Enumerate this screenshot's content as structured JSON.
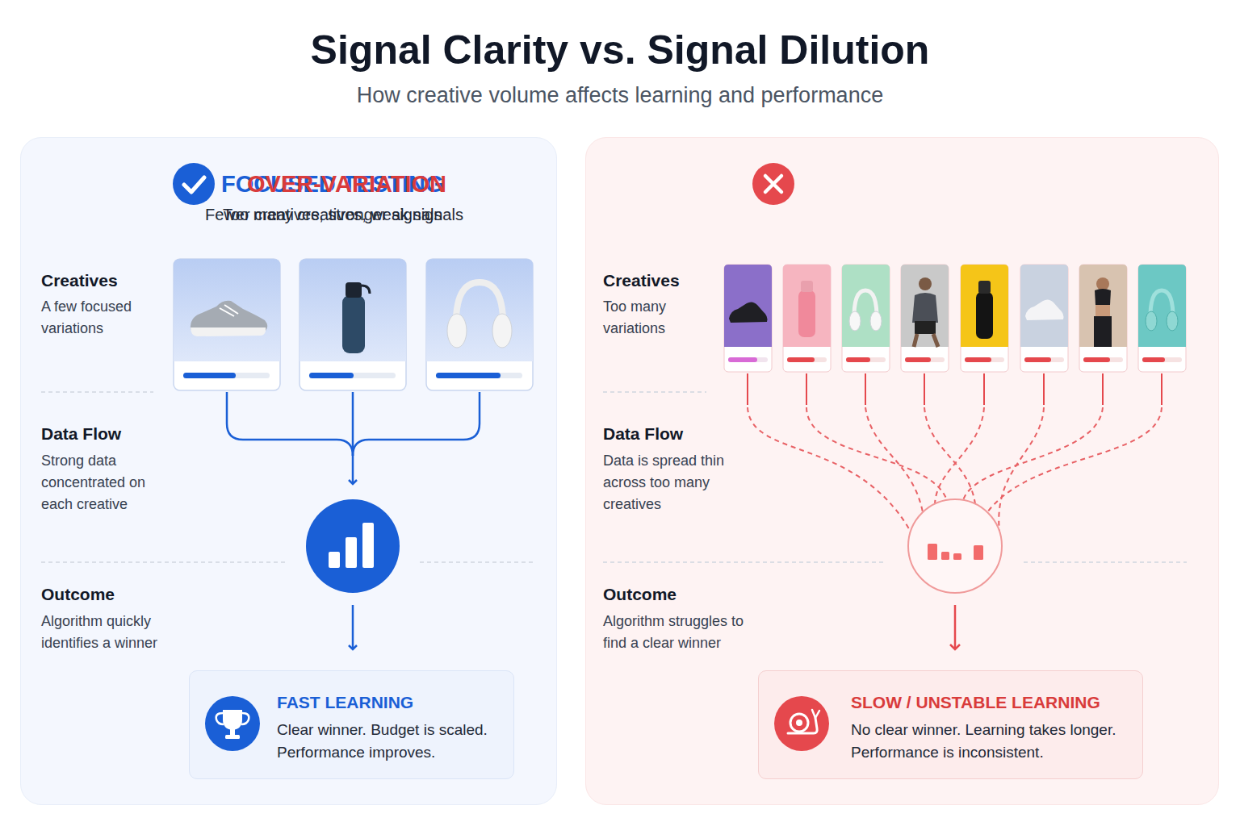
{
  "diagram": {
    "title": "Signal Clarity vs. Signal Dilution",
    "caption": "How creative volume affects learning and performance",
    "nodes": [
      {
        "text": [
          "FOCUSED TESTING",
          "Fewer creatives, stronger signals"
        ]
      },
      {
        "text": [
          "FAST LEARNING",
          "Clear winner. Budget is scaled. Performance improves."
        ],
        "in": 0
      },
      {
        "text": [
          "OVER-VARIATION",
          "Too many creatives, weak signals"
        ]
      },
      {
        "text": [
          "SLOW / UNSTABLE LEARNING",
          "No clear winner. Learning takes longer. Performance is inconsistent."
        ],
        "in": 2
      }
    ],
    "labels": [
      "Creatives",
      "A few focused variations",
      "Data Flow",
      "Strong data concentrated on each creative",
      "Outcome",
      "Algorithm quickly identifies a winner",
      "Creatives",
      "Too many variations",
      "Data Flow",
      "Data is spread thin across too many creatives",
      "Outcome",
      "Algorithm struggles to find a clear winner"
    ]
  }
}
